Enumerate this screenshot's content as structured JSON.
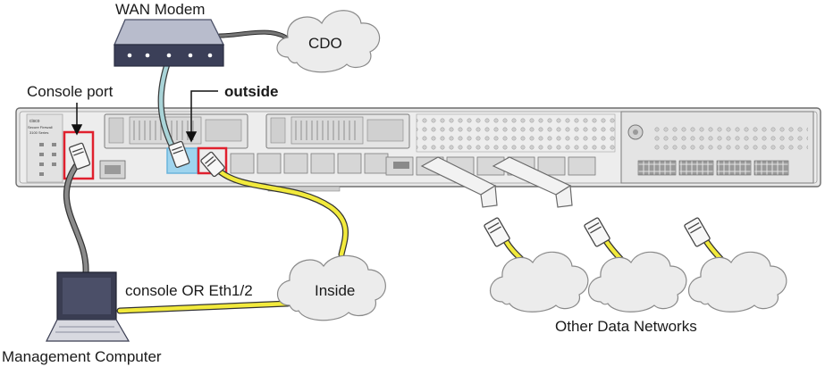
{
  "labels": {
    "wan_modem": "WAN Modem",
    "cdo": "CDO",
    "console_port": "Console port",
    "outside": "outside",
    "inside": "Inside",
    "console_or_eth": "console OR Eth1/2",
    "management_computer": "Management Computer",
    "other_data_networks": "Other Data Networks"
  },
  "device": {
    "brand": "cisco",
    "model_line1": "Secure Firewall",
    "model_line2": "3100 Series"
  },
  "colors": {
    "console_cable": "#7a7a7a",
    "wan_cable": "#a9d4d8",
    "inside_cable": "#f2ea3c",
    "cloud_fill": "#ececec",
    "highlight_red": "#e0202e",
    "highlight_blue": "#7cc3e6",
    "chassis_fill": "#e6e6e6"
  },
  "icons": {
    "modem": "wan-modem-icon",
    "laptop": "management-computer-icon",
    "firewall": "firewall-chassis-icon"
  }
}
